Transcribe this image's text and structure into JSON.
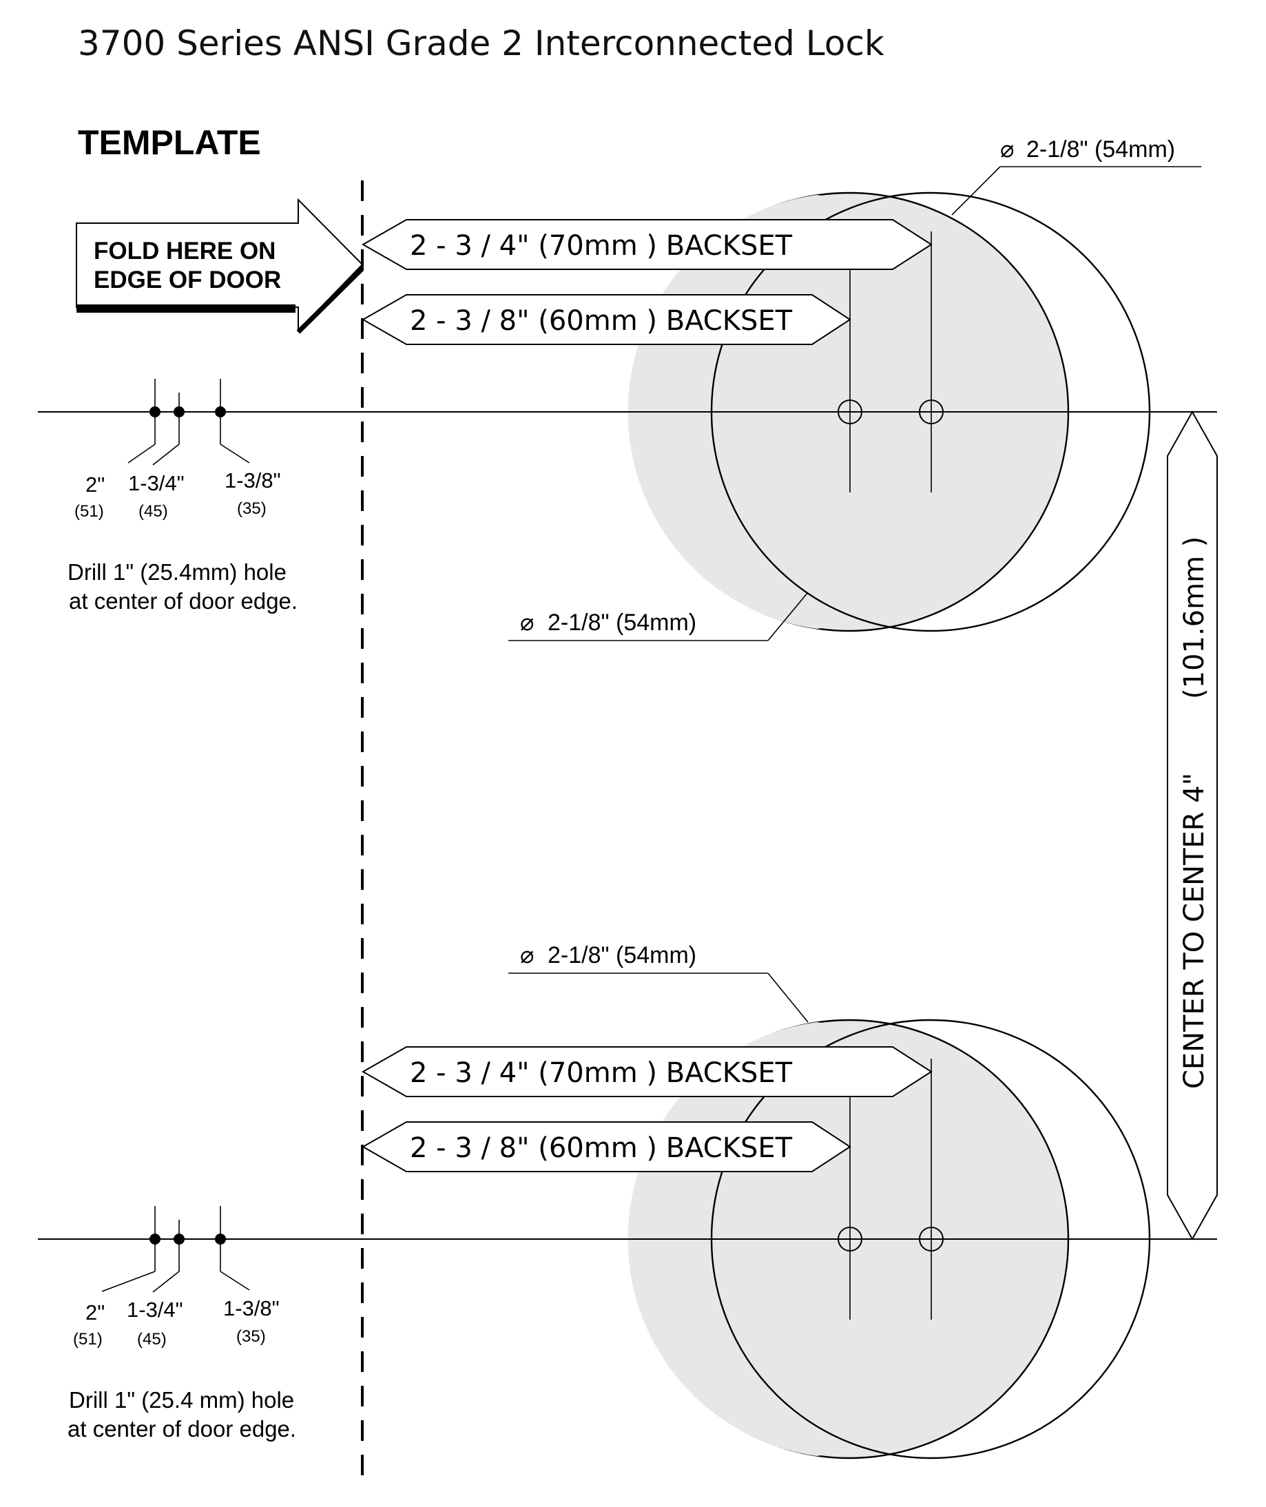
{
  "title": "3700 Series ANSI Grade 2 Interconnected Lock",
  "template_label": "TEMPLATE",
  "fold_label": {
    "line1": "FOLD HERE  ON",
    "line2": "EDGE OF DOOR"
  },
  "diameter_symbol": "⌀",
  "diameter_label": "2-1/8\"  (54mm)",
  "backset_70": "2 - 3 / 4\"  (70mm )  BACKSET",
  "backset_60": "2 - 3 / 8\"  (60mm )  BACKSET",
  "door_thickness": [
    {
      "inch": "2\"",
      "mm": "(51)"
    },
    {
      "inch": "1-3/4\"",
      "mm": "(45)"
    },
    {
      "inch": "1-3/8\"",
      "mm": "(35)"
    }
  ],
  "drill_note_upper": {
    "line1": "Drill 1\"  (25.4mm) hole",
    "line2": "at center of door edge."
  },
  "drill_note_lower": {
    "line1": "Drill 1\"  (25.4 mm) hole",
    "line2": "at center of door edge."
  },
  "center_to_center": {
    "label": "CENTER TO CENTER 4\"",
    "mm": "(101.6mm  )"
  },
  "colors": {
    "fill": "#e6e7e9",
    "line": "#000000"
  }
}
